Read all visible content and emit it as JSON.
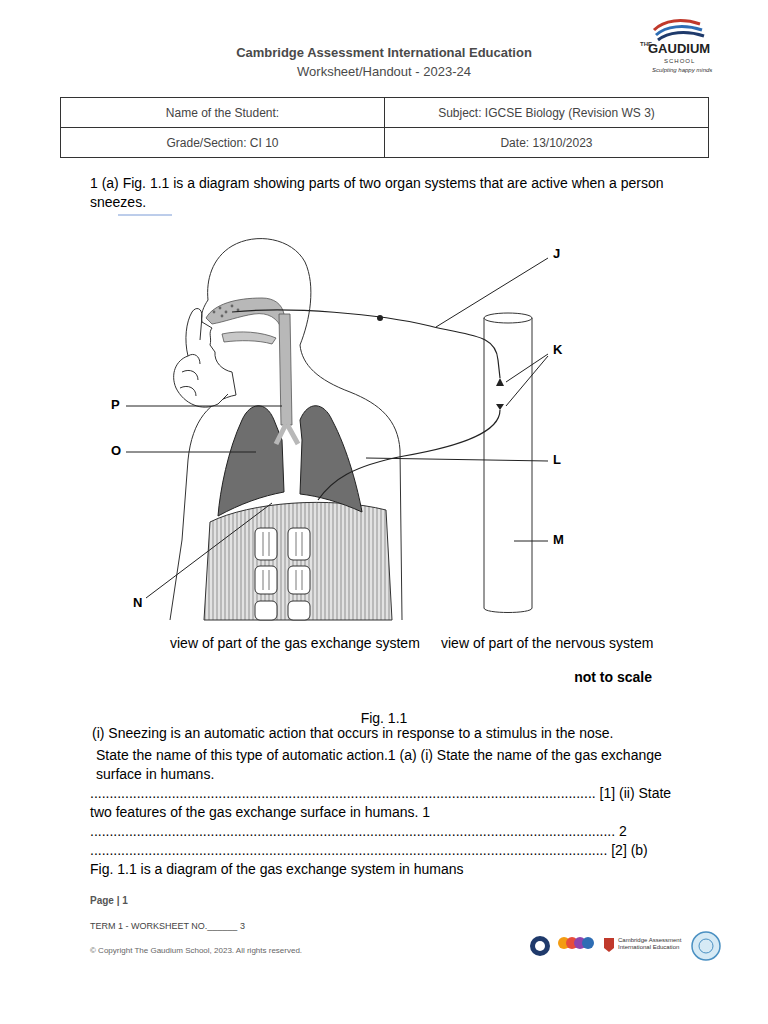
{
  "diagram": {
    "nodes": [
      {
        "text": [
          "Name of the Student:"
        ]
      },
      {
        "text": [
          "Subject: IGCSE Biology (Revision WS 3)"
        ]
      },
      {
        "text": [
          "Grade/Section: CI 10"
        ]
      },
      {
        "text": [
          "Date: 13/10/2023"
        ]
      }
    ],
    "labels": [
      "Cambridge Assessment International Education",
      "Worksheet/Handout - 2023-24",
      "THE",
      "GAUDIUM",
      "SCHOOL",
      "Sculpting happy minds",
      "1 (a) Fig. 1.1 is a diagram showing parts of two organ systems that are active when a person sneezes.",
      "J",
      "K",
      "L",
      "M",
      "N",
      "O",
      "P",
      "view of part of the gas exchange system",
      "view of part of the nervous system",
      "not to scale",
      "Fig. 1.1",
      "(i) Sneezing is an automatic action that occurs in response to a stimulus in the nose.",
      "State the name of this type of automatic action.1 (a) (i) State the name of the gas exchange surface in humans.",
      ".................................................................................................................................. [1] (ii) State",
      "two features of the gas exchange surface in humans. 1",
      "....................................................................................................................................... 2",
      "..................................................................................................................................... [2] (b)",
      "Fig. 1.1 is a diagram of the gas exchange system in humans",
      "Page | 1",
      "TERM 1 - WORKSHEET NO.______ 3",
      "© Copyright The Gaudium School, 2023.  All rights reserved.",
      "Cambridge Assessment International Education"
    ]
  }
}
